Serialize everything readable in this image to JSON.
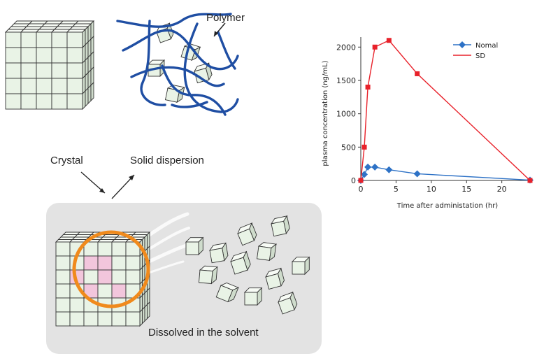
{
  "labels": {
    "polymer": "Polymer",
    "crystal": "Crystal",
    "solid_dispersion": "Solid dispersion",
    "dissolved": "Dissolved in the solvent"
  },
  "colors": {
    "cube_front": "#e9f3e6",
    "cube_top": "#f7fbf5",
    "cube_side": "#cfdccc",
    "cube_highlight": "#f2c6dc",
    "polymer": "#1f4ea3",
    "ring": "#f08a1c",
    "panel": "#e3e3e3",
    "sd_series": "#e8212a",
    "normal_series": "#2e72c6"
  },
  "chart_data": {
    "type": "line",
    "title": "",
    "xlabel": "Time after administation (hr)",
    "ylabel": "plasma concentration (ng/mL)",
    "xlim": [
      0,
      24
    ],
    "ylim": [
      0,
      2150
    ],
    "x_ticks": [
      0,
      5,
      10,
      15,
      20
    ],
    "y_ticks": [
      0,
      500,
      1000,
      1500,
      2000
    ],
    "grid": false,
    "legend_position": "top-right",
    "series": [
      {
        "name": "Nomal",
        "color": "#2e72c6",
        "marker": "diamond",
        "x": [
          0,
          0.5,
          1,
          2,
          4,
          8,
          24
        ],
        "y": [
          0,
          90,
          200,
          200,
          160,
          100,
          5
        ]
      },
      {
        "name": "SD",
        "color": "#e8212a",
        "marker": "square",
        "x": [
          0,
          0.5,
          1,
          2,
          4,
          8,
          24
        ],
        "y": [
          0,
          500,
          1400,
          2000,
          2100,
          1600,
          0
        ]
      }
    ]
  }
}
